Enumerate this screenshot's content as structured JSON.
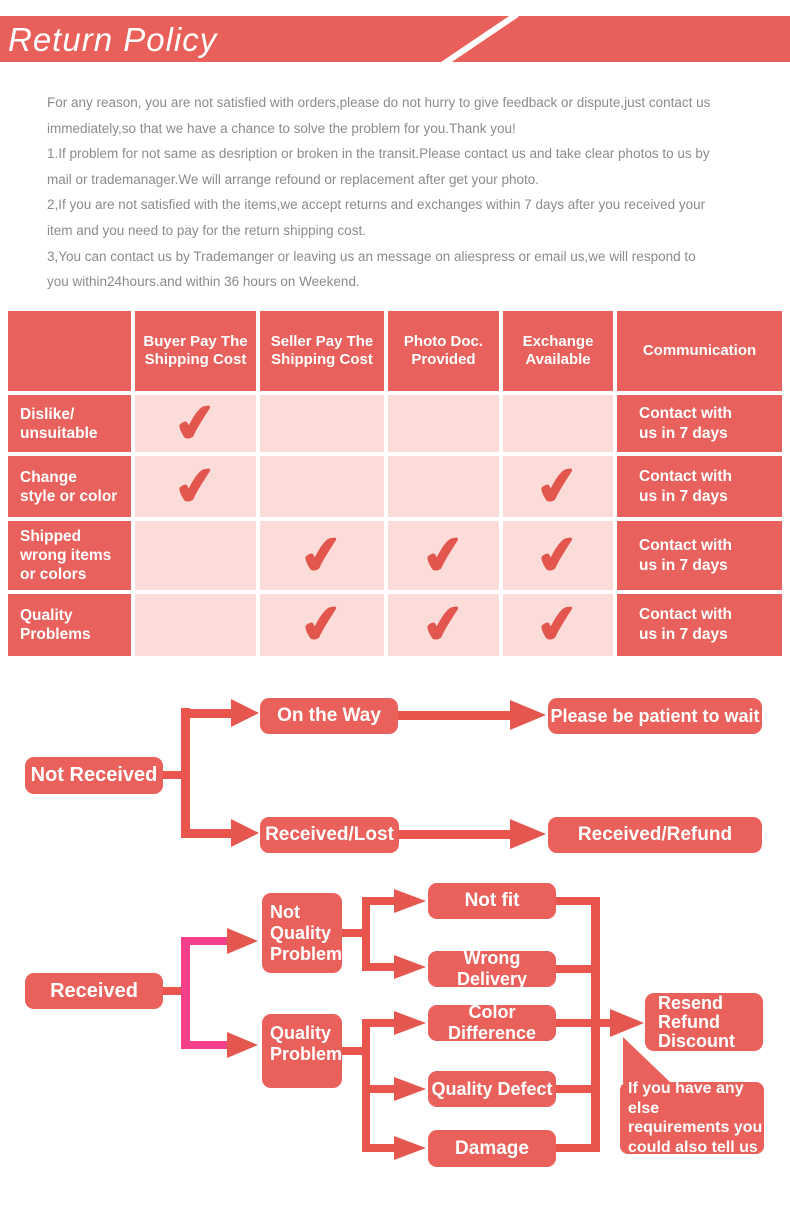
{
  "header": {
    "title": "Return Policy"
  },
  "colors": {
    "red": "#e9605b",
    "light_pink": "#fbdcd8",
    "pink_connector": "#f43f8a",
    "text_gray": "#8b8b8b"
  },
  "intro": {
    "lines": [
      "For any reason, you are not satisfied with orders,please do not hurry to give feedback or dispute,just contact us",
      "immediately,so that we have a chance to solve the problem for you.Thank you!",
      "1.If problem for not same as desription or broken in the transit.Please contact us and take clear photos to us by",
      "mail or trademanager.We will arrange refound or replacement after get your photo.",
      "2,If you are not satisfied with the items,we accept returns and exchanges within 7 days after you received your",
      "item and you need to pay for the return shipping cost.",
      "3,You can contact us by Trademanger or leaving us an message on aliespress or email us,we will respond to",
      "you within24hours.and within 36 hours on Weekend."
    ]
  },
  "table": {
    "columns": [
      "",
      "Buyer Pay The Shipping Cost",
      "Seller Pay The Shipping Cost",
      "Photo Doc. Provided",
      "Exchange Available",
      "Communication"
    ],
    "check_glyph": "✔",
    "rows": [
      {
        "label": "Dislike/\nunsuitable",
        "checks": [
          true,
          false,
          false,
          false
        ],
        "note": "Contact with\nus in 7 days"
      },
      {
        "label": "Change\nstyle or color",
        "checks": [
          true,
          false,
          false,
          true
        ],
        "note": "Contact with\nus in 7 days"
      },
      {
        "label": "Shipped\nwrong items\nor colors",
        "checks": [
          false,
          true,
          true,
          true
        ],
        "note": "Contact with\nus in 7 days"
      },
      {
        "label": "Quality\nProblems",
        "checks": [
          false,
          true,
          true,
          true
        ],
        "note": "Contact with\nus in 7 days"
      }
    ]
  },
  "flow_not_received": {
    "root": "Not Received",
    "branch1": "On the Way",
    "branch1_result": "Please be patient to wait",
    "branch2": "Received/Lost",
    "branch2_result": "Received/Refund"
  },
  "flow_received": {
    "root": "Received",
    "group1": "Not Quality Problem",
    "group1_children": [
      "Not fit",
      "Wrong Delivery"
    ],
    "group2": "Quality Problem",
    "group2_children": [
      "Color Difference",
      "Quality Defect",
      "Damage"
    ],
    "result": "Resend\nRefund\nDiscount",
    "bubble": "If you have any else\nrequirements you\ncould also tell us"
  }
}
